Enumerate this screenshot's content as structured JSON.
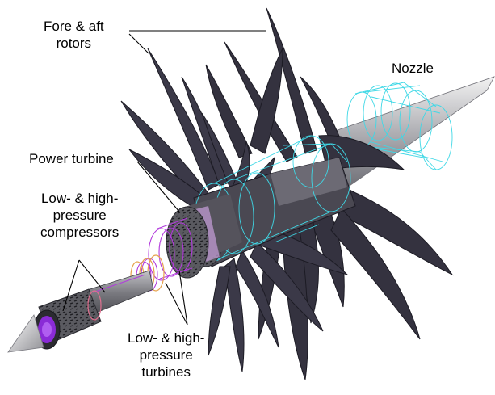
{
  "labels": {
    "rotors": [
      "Fore & aft",
      "rotors"
    ],
    "nozzle": [
      "Nozzle"
    ],
    "power_turbine": [
      "Power turbine"
    ],
    "compressors": [
      "Low- & high-",
      "pressure",
      "compressors"
    ],
    "turbines": [
      "Low- & high-",
      "pressure",
      "turbines"
    ]
  },
  "colors": {
    "blade": "#34323f",
    "blade_edge": "#1c1b24",
    "hub_metal": "#8c8c92",
    "wireframe_cyan": "#3fd8e6",
    "wireframe_magenta": "#b23bdc",
    "leader_line": "#000000"
  }
}
